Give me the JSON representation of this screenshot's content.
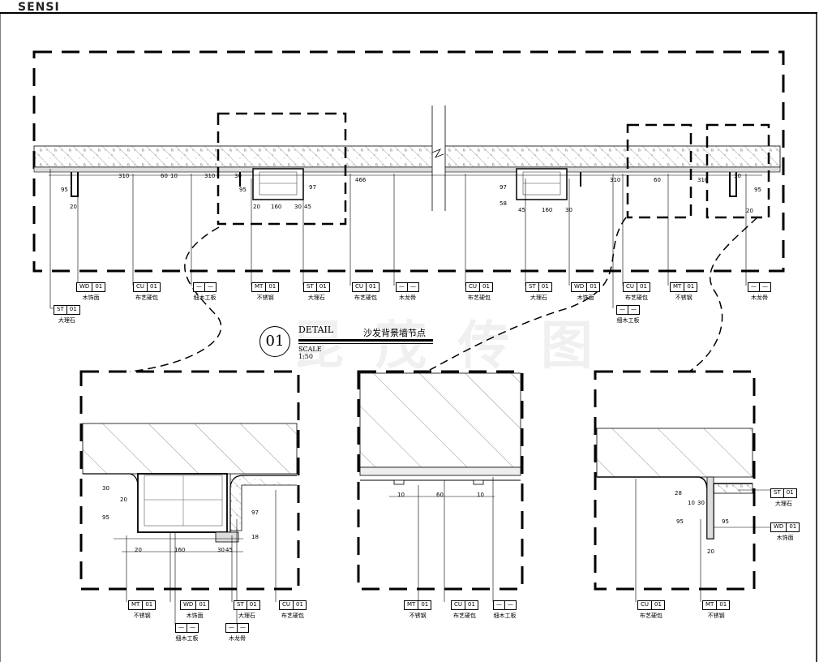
{
  "logo": "SENSI",
  "watermark": "昆 茂 传 图",
  "title": {
    "number": "01",
    "detail": "DETAIL",
    "name": "沙发背景墙节点",
    "scale": "SCALE 1:50"
  },
  "main_dimensions": [
    "310",
    "60",
    "10",
    "310",
    "30",
    "95",
    "20",
    "160",
    "30",
    "45",
    "97",
    "466",
    "97",
    "58",
    "45",
    "160",
    "30",
    "310",
    "60",
    "310",
    "30",
    "95",
    "20",
    "95",
    "20"
  ],
  "main_tags": [
    {
      "code": "WD",
      "num": "01",
      "desc": "木饰面"
    },
    {
      "code": "ST",
      "num": "01",
      "desc": "大理石"
    },
    {
      "code": "CU",
      "num": "01",
      "desc": "布艺硬包"
    },
    {
      "code": "—",
      "num": "—",
      "desc": "细木工板"
    },
    {
      "code": "MT",
      "num": "01",
      "desc": "不锈钢"
    },
    {
      "code": "ST",
      "num": "01",
      "desc": "大理石"
    },
    {
      "code": "CU",
      "num": "01",
      "desc": "布艺硬包"
    },
    {
      "code": "—",
      "num": "—",
      "desc": "木龙骨"
    },
    {
      "code": "CU",
      "num": "01",
      "desc": "布艺硬包"
    },
    {
      "code": "ST",
      "num": "01",
      "desc": "大理石"
    },
    {
      "code": "WD",
      "num": "01",
      "desc": "木饰面"
    },
    {
      "code": "CU",
      "num": "01",
      "desc": "布艺硬包"
    },
    {
      "code": "—",
      "num": "—",
      "desc": "细木工板"
    },
    {
      "code": "MT",
      "num": "01",
      "desc": "不锈钢"
    },
    {
      "code": "—",
      "num": "—",
      "desc": "木龙骨"
    }
  ],
  "detail1": {
    "dimensions": [
      "30",
      "20",
      "95",
      "160",
      "30",
      "45",
      "97",
      "18",
      "20"
    ],
    "tags": [
      {
        "code": "MT",
        "num": "01",
        "desc": "不锈钢"
      },
      {
        "code": "WD",
        "num": "01",
        "desc": "木饰面"
      },
      {
        "code": "ST",
        "num": "01",
        "desc": "大理石"
      },
      {
        "code": "CU",
        "num": "01",
        "desc": "布艺硬包"
      },
      {
        "code": "—",
        "num": "—",
        "desc": "细木工板"
      },
      {
        "code": "—",
        "num": "—",
        "desc": "木龙骨"
      }
    ]
  },
  "detail2": {
    "dimensions": [
      "10",
      "60",
      "10"
    ],
    "tags": [
      {
        "code": "MT",
        "num": "01",
        "desc": "不锈钢"
      },
      {
        "code": "CU",
        "num": "01",
        "desc": "布艺硬包"
      },
      {
        "code": "—",
        "num": "—",
        "desc": "细木工板"
      }
    ]
  },
  "detail3": {
    "dimensions": [
      "28",
      "10",
      "30",
      "95",
      "95",
      "20"
    ],
    "tags": [
      {
        "code": "ST",
        "num": "01",
        "desc": "大理石"
      },
      {
        "code": "WD",
        "num": "01",
        "desc": "木饰面"
      },
      {
        "code": "CU",
        "num": "01",
        "desc": "布艺硬包"
      },
      {
        "code": "MT",
        "num": "01",
        "desc": "不锈钢"
      }
    ]
  }
}
